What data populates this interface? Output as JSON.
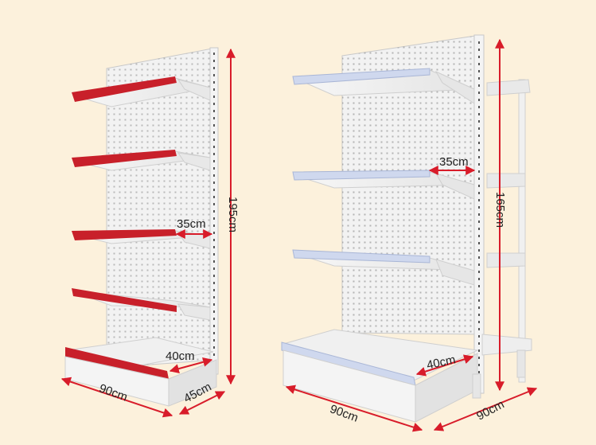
{
  "image": {
    "background_color": "#fcf1dc",
    "dimension_color": "#d81c2a",
    "left_shelf": {
      "trim_color": "#c8202a",
      "height_label": "195cm",
      "shelf_depth_label": "35cm",
      "base_depth_label": "40cm",
      "width_label": "90cm",
      "side_depth_label": "45cm"
    },
    "right_shelf": {
      "trim_color": "#cfd8ee",
      "height_label": "165cm",
      "shelf_depth_label": "35cm",
      "base_depth_label": "40cm",
      "width_label": "90cm",
      "side_depth_label": "90cm"
    }
  }
}
